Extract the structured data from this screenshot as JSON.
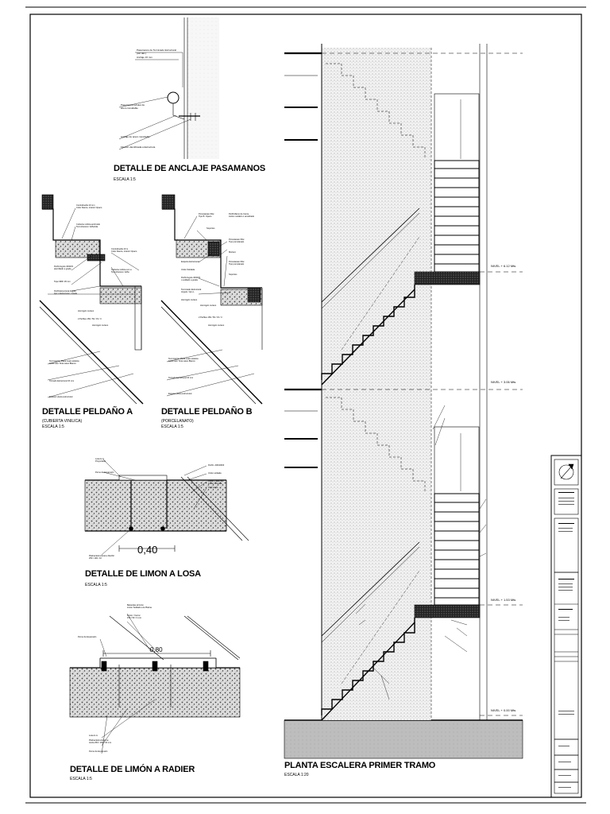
{
  "details": {
    "anclaje": {
      "title": "DETALLE DE ANCLAJE PASAMANOS",
      "scale": "ESCALA 1:5"
    },
    "peldano_a": {
      "title": "DETALLE PELDAÑO A",
      "subtitle": "(CUBIERTA VINILICA)",
      "scale": "ESCALA 1:5"
    },
    "peldano_b": {
      "title": "DETALLE PELDAÑO B",
      "subtitle": "(PORCELANATO)",
      "scale": "ESCALA 1:5"
    },
    "limon_losa": {
      "title": "DETALLE DE LIMON A LOSA",
      "scale": "ESCALA 1:5",
      "dimension": "0,40"
    },
    "limon_radier": {
      "title": "DETALLE DE LIMÓN A RADIER",
      "scale": "ESCALA 1:5",
      "dimension": "0,80"
    },
    "planta": {
      "title": "PLANTA ESCALERA PRIMER TRAMO",
      "scale": "ESCALA 1:20"
    }
  },
  "levels": {
    "top": "NIVEL + 6.12 Mts",
    "upper_mid": "NIVEL + 3.06 Mts",
    "lower_mid": "NIVEL + 1.53 Mts",
    "ground": "NIVEL + 0.00 Mts"
  },
  "colors": {
    "line": "#000000",
    "hatch": "#555555",
    "concrete_fill": "#d9d9d9",
    "ground_fill": "#bdbdbd",
    "stair_fill": "#ececec"
  }
}
